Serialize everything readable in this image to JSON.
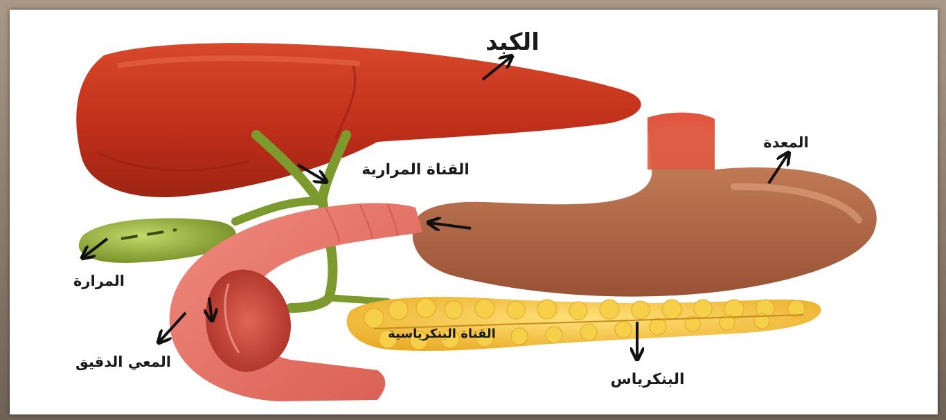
{
  "diagram": {
    "labels": {
      "liver": "الكبد",
      "stomach": "المعدة",
      "bile_duct": "القناة المرارية",
      "gallbladder": "المرارة",
      "small_intestine": "المعي الدقيق",
      "pancreatic_duct": "القناة البنكرياسية",
      "pancreas": "البنكرياس"
    },
    "colors": {
      "liver": "#c0321c",
      "stomach": "#b5694a",
      "intestine": "#e9756a",
      "gallbladder": "#8fa83a",
      "pancreas": "#f3c43a",
      "duct": "#7d9a2f"
    }
  }
}
